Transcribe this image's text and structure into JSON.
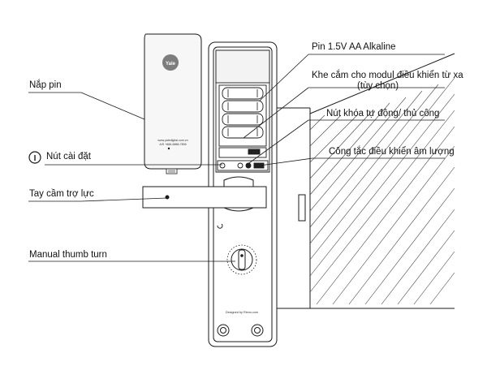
{
  "labels": {
    "battery_cover": "Nắp pin",
    "install_button": "Nút cài đặt",
    "install_icon": "I",
    "handle": "Tay cầm trợ lực",
    "thumb_turn": "Manual thumb turn",
    "battery": "Pin 1.5V AA Alkaline",
    "module_slot_line1": "Khe cắm cho modul điều khiển từ xa",
    "module_slot_line2": "(tùy chọn)",
    "lock_button": "Nút khóa tự động/ thủ công",
    "volume_switch": "Công tắc điều khiển âm lượng"
  },
  "cover_texts": {
    "brand": "Yale",
    "website": "www.yaledigital.com.vn",
    "phone": "A/S +666-6886-7806"
  },
  "lock_texts": {
    "designed_by": "Designed by Rieno.com"
  },
  "colors": {
    "line": "#1a1a1a",
    "cover_fill": "#f7f7f7",
    "logo_fill": "#7d7d7d"
  }
}
